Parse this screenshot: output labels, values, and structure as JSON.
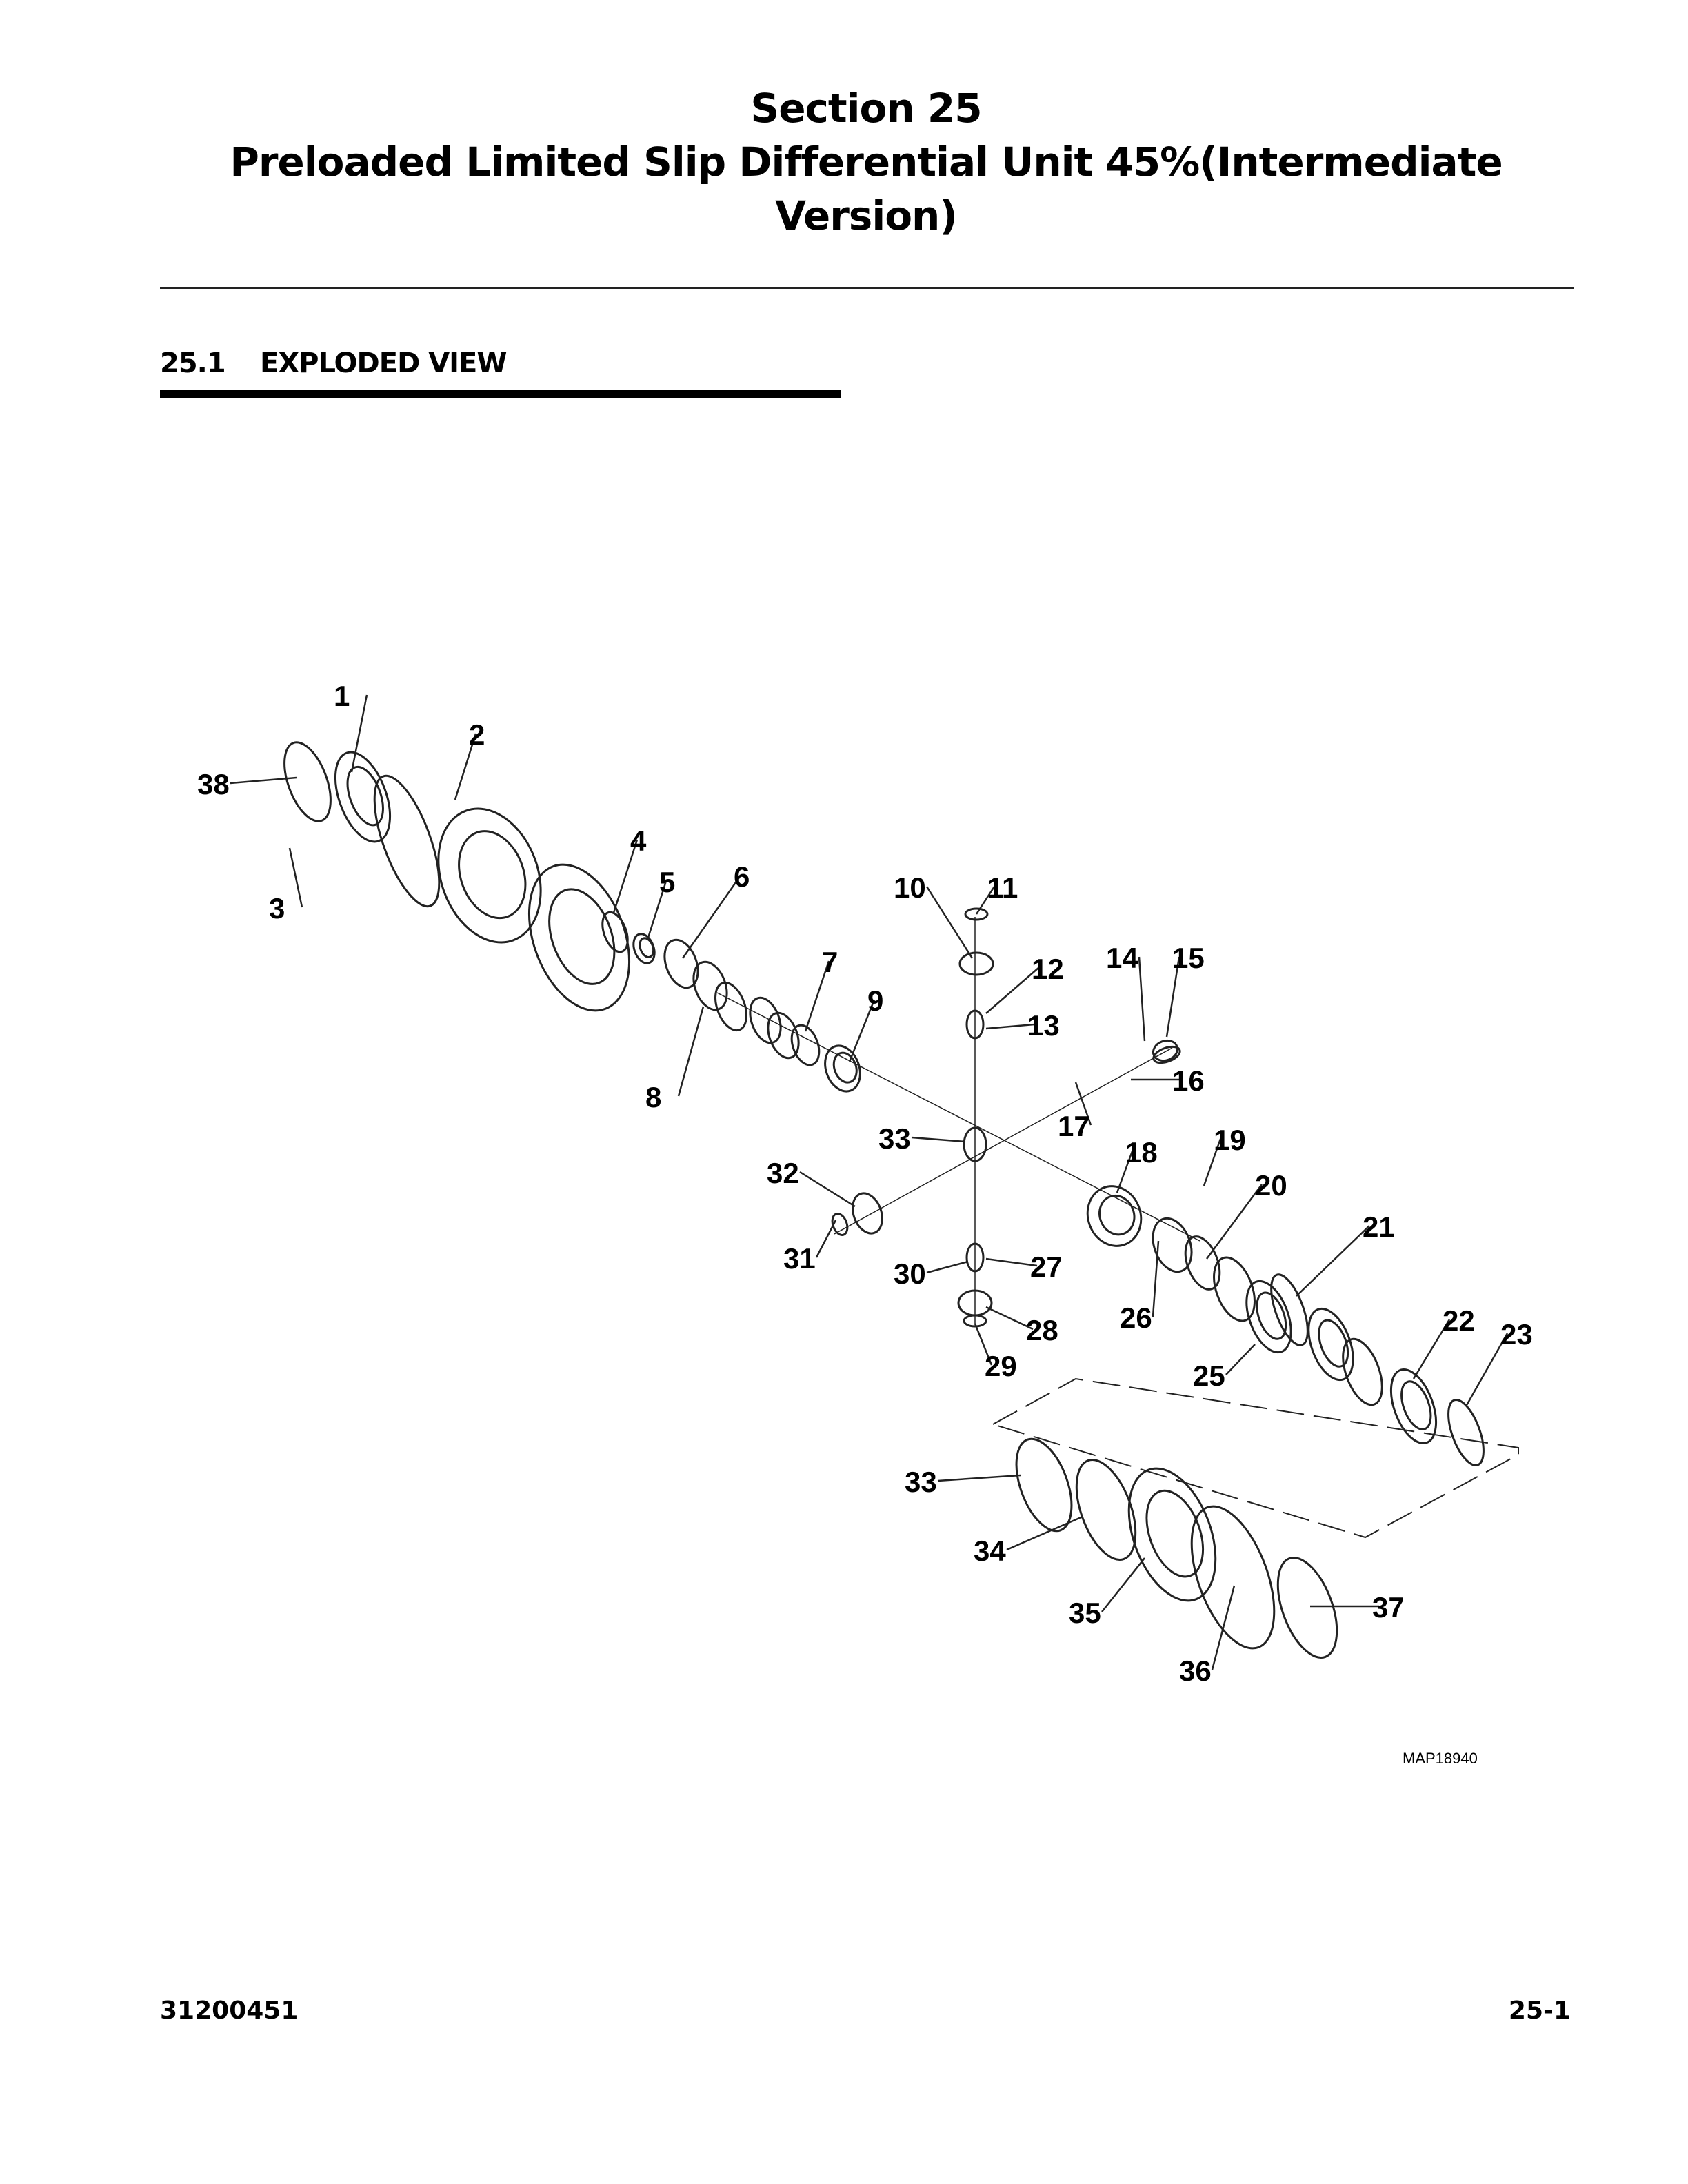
{
  "header": {
    "section": "Section 25",
    "title_line1": "Preloaded Limited Slip Differential Unit 45%(Intermediate",
    "title_line2": "Version)"
  },
  "subsection": {
    "number": "25.1",
    "title": "EXPLODED VIEW"
  },
  "diagram": {
    "callouts": [
      "1",
      "2",
      "38",
      "3",
      "4",
      "5",
      "6",
      "7",
      "9",
      "8",
      "10",
      "11",
      "12",
      "13",
      "14",
      "15",
      "16",
      "17",
      "33",
      "18",
      "19",
      "20",
      "21",
      "32",
      "31",
      "30",
      "27",
      "28",
      "29",
      "26",
      "25",
      "22",
      "23",
      "33",
      "34",
      "35",
      "36",
      "37"
    ],
    "figure_id": "MAP18940"
  },
  "footer": {
    "doc_number": "31200451",
    "page": "25-1"
  }
}
